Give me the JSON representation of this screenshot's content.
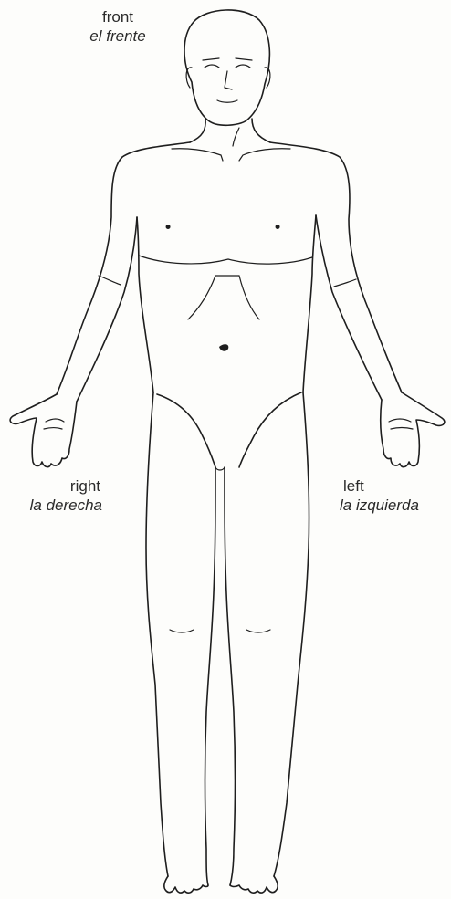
{
  "labels": {
    "front": {
      "en": "front",
      "es": "el frente"
    },
    "right": {
      "en": "right",
      "es": "la derecha"
    },
    "left": {
      "en": "left",
      "es": "la izquierda"
    }
  },
  "colors": {
    "line": "#1e1e1e",
    "text": "#2a2a2a",
    "background": "#fdfdfb"
  }
}
